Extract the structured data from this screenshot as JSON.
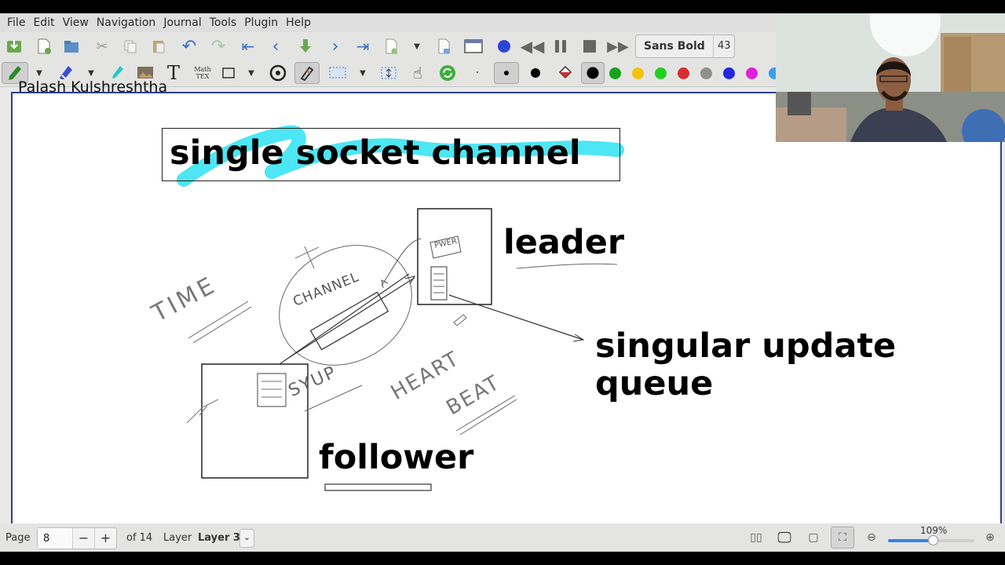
{
  "menu": [
    "File",
    "Edit",
    "View",
    "Navigation",
    "Journal",
    "Tools",
    "Plugin",
    "Help"
  ],
  "author": "Palash Kulshreshtha",
  "font": {
    "name": "Sans Bold",
    "size": "43"
  },
  "colors": {
    "accent": "#3584e4",
    "palette": [
      "#000000",
      "#16a31c",
      "#f4c20d",
      "#22d021",
      "#d62f2f",
      "#8f8f8f",
      "#2127e0",
      "#e020d8",
      "#3aa0f0"
    ]
  },
  "toolbar1": [
    "save-icon",
    "new-page-icon",
    "open-icon",
    "cut-icon",
    "copy-icon",
    "paste-icon",
    "undo-icon",
    "redo-icon",
    "first-page-icon",
    "prev-page-icon",
    "goto-page-icon",
    "next-page-icon",
    "last-page-icon",
    "new-page-after-icon",
    "delete-page-icon",
    "fullscreen-icon",
    "record-icon",
    "rewind-icon",
    "pause-icon",
    "stop-icon",
    "fast-forward-icon"
  ],
  "toolbar2": [
    "pen-icon",
    "eraser-icon",
    "highlighter-icon",
    "image-icon",
    "text-icon",
    "math-tex-icon",
    "shape-icon",
    "snap-rotation-icon",
    "snap-grid-icon",
    "select-rect-icon",
    "vertical-space-icon",
    "hand-icon",
    "refresh-icon"
  ],
  "math_tex_label": "Math\nTEX",
  "canvas": {
    "title": "single socket channel",
    "leader": "leader",
    "queue": "singular update\nqueue",
    "follower": "follower",
    "sketch_words": [
      "TIME",
      "CHANNEL",
      "SYUP",
      "HEART",
      "BEAT",
      "PWER"
    ]
  },
  "status": {
    "page_label": "Page",
    "page_value": "8",
    "minus": "−",
    "plus": "+",
    "of_label": "of 14",
    "layer_label": "Layer",
    "layer_value": "Layer 3",
    "zoom": "109%",
    "zoom_fraction": 0.52
  }
}
